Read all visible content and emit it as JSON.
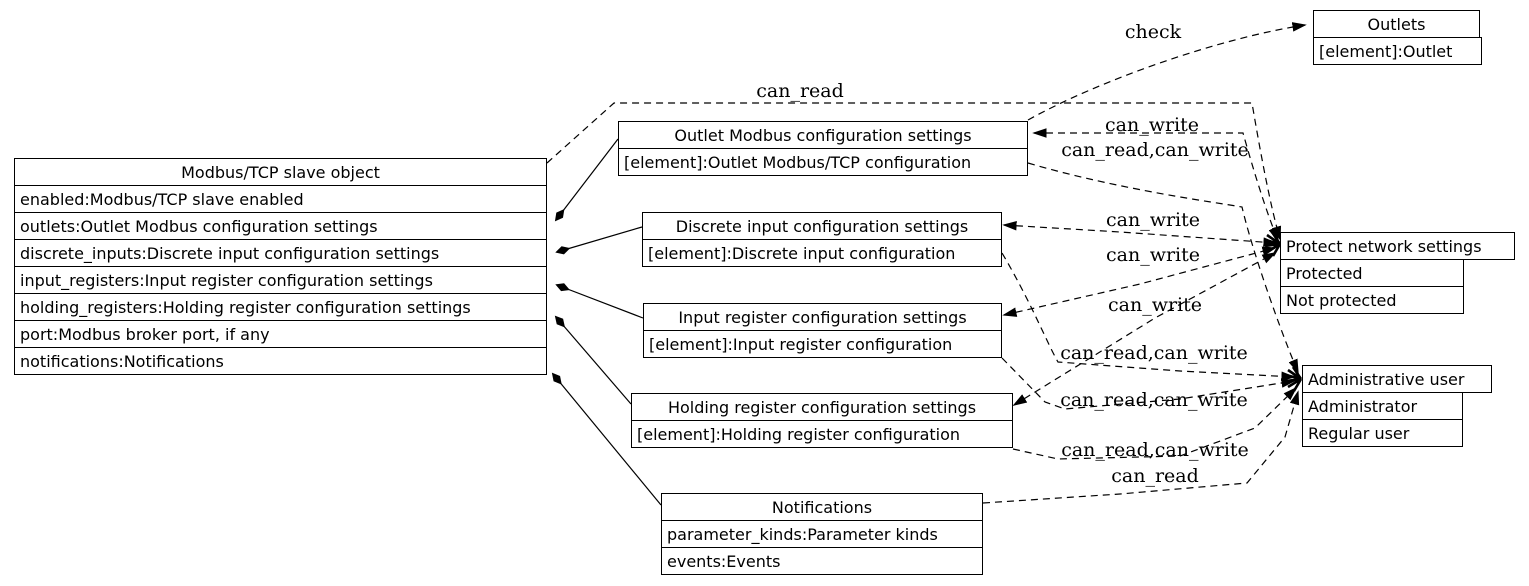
{
  "diagram": {
    "background_color": "#ffffff",
    "line_color": "#000000",
    "nodes": {
      "modbus_slave": {
        "title": "Modbus/TCP slave object",
        "rows": [
          "enabled:Modbus/TCP slave enabled",
          "outlets:Outlet Modbus configuration settings",
          "discrete_inputs:Discrete input configuration settings",
          "input_registers:Input register configuration settings",
          "holding_registers:Holding register configuration settings",
          "port:Modbus broker port, if any",
          "notifications:Notifications"
        ]
      },
      "outlet_config": {
        "title": "Outlet Modbus configuration settings",
        "rows": [
          "[element]:Outlet Modbus/TCP configuration"
        ]
      },
      "discrete_config": {
        "title": "Discrete input configuration settings",
        "rows": [
          "[element]:Discrete input configuration"
        ]
      },
      "input_config": {
        "title": "Input register configuration settings",
        "rows": [
          "[element]:Input register configuration"
        ]
      },
      "holding_config": {
        "title": "Holding register configuration settings",
        "rows": [
          "[element]:Holding register configuration"
        ]
      },
      "notifications": {
        "title": "Notifications",
        "rows": [
          "parameter_kinds:Parameter kinds",
          "events:Events"
        ]
      },
      "outlets": {
        "title": "Outlets",
        "rows": [
          "[element]:Outlet"
        ]
      },
      "protect_network": {
        "title": "Protect network settings",
        "rows": [
          "Protected",
          "Not protected"
        ]
      },
      "admin_user": {
        "title": "Administrative user",
        "rows": [
          "Administrator",
          "Regular user"
        ]
      }
    },
    "edge_labels": {
      "slave_can_read": "can_read",
      "outlet_check": "check",
      "outlet_can_write": "can_write",
      "outlet_can_read_write": "can_read,can_write",
      "discrete_can_write": "can_write",
      "input_can_write": "can_write",
      "holding_can_write": "can_write",
      "discrete_can_read_write": "can_read,can_write",
      "input_can_read_write": "can_read,can_write",
      "holding_can_read_write": "can_read,can_write",
      "notifications_can_read": "can_read"
    }
  }
}
